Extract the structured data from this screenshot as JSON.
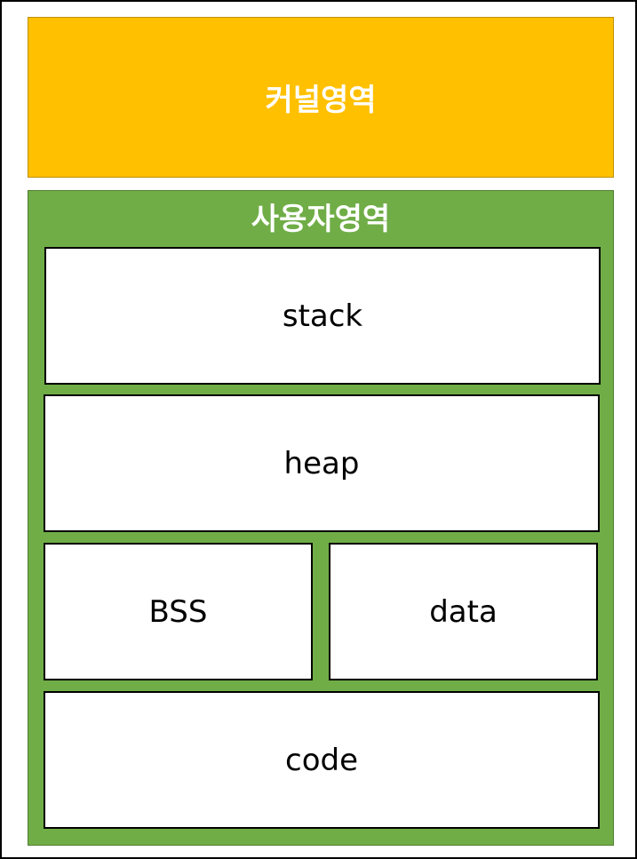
{
  "diagram": {
    "kernel_area": {
      "label": "커널영역",
      "color": "#FFC000"
    },
    "user_area": {
      "label": "사용자영역",
      "color": "#70AD47",
      "segments": {
        "stack": "stack",
        "heap": "heap",
        "bss": "BSS",
        "data": "data",
        "code": "code"
      }
    }
  }
}
